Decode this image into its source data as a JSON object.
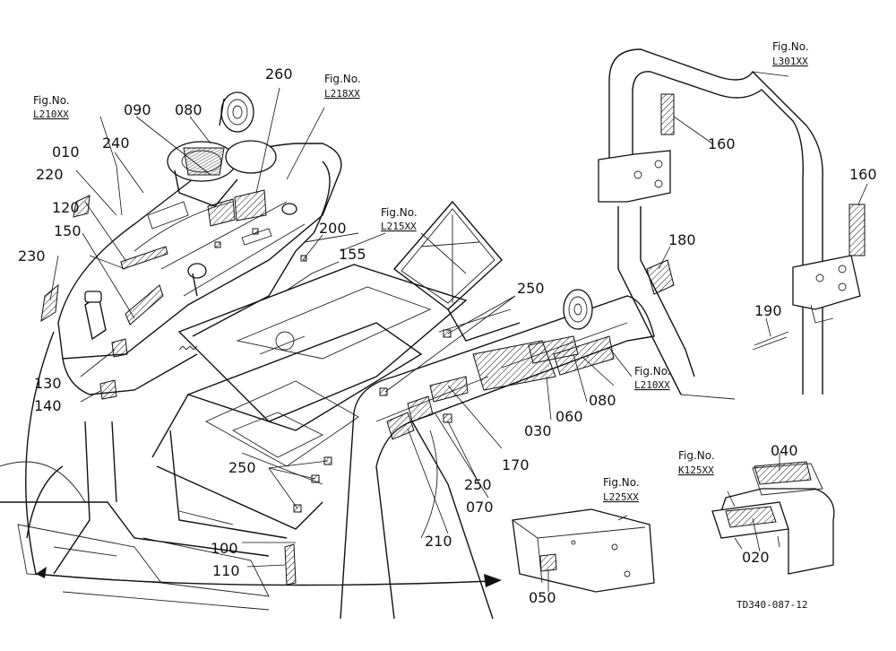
{
  "figure_refs": [
    {
      "id": "l210-left",
      "label": "Fig.No.",
      "code": "L210XX"
    },
    {
      "id": "l218",
      "label": "Fig.No.",
      "code": "L218XX"
    },
    {
      "id": "l215",
      "label": "Fig.No.",
      "code": "L215XX"
    },
    {
      "id": "l301",
      "label": "Fig.No.",
      "code": "L301XX"
    },
    {
      "id": "l210-right",
      "label": "Fig.No.",
      "code": "L210XX"
    },
    {
      "id": "l225",
      "label": "Fig.No.",
      "code": "L225XX"
    },
    {
      "id": "k125",
      "label": "Fig.No.",
      "code": "K125XX"
    }
  ],
  "part_labels": {
    "p260": "260",
    "p090": "090",
    "p080a": "080",
    "p240": "240",
    "p010": "010",
    "p220": "220",
    "p120": "120",
    "p150": "150",
    "p230": "230",
    "p130": "130",
    "p140": "140",
    "p200": "200",
    "p155": "155",
    "p250a": "250",
    "p250b": "250",
    "p250c": "250",
    "p160a": "160",
    "p160b": "160",
    "p180": "180",
    "p190": "190",
    "p030": "030",
    "p060": "060",
    "p080b": "080",
    "p170": "170",
    "p070": "070",
    "p210": "210",
    "p100": "100",
    "p110": "110",
    "p050": "050",
    "p040": "040",
    "p020": "020"
  },
  "drawing_code": "TD340-087-12"
}
